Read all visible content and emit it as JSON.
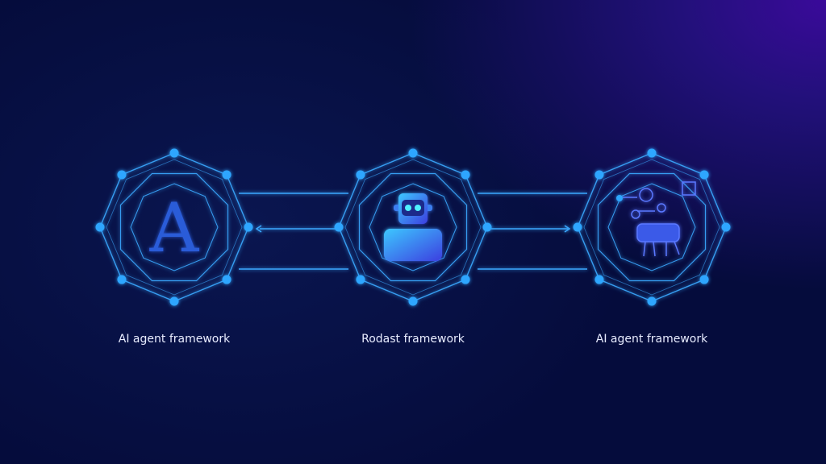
{
  "nodes": [
    {
      "label": "AI agent framework",
      "icon": "letter-a-icon",
      "letter": "A"
    },
    {
      "label": "Rodast framework",
      "icon": "robot-icon"
    },
    {
      "label": "AI agent framework",
      "icon": "robot-circuit-icon"
    }
  ],
  "colors": {
    "line": "#3aa8ff",
    "dot": "#2fa6ff",
    "accent": "#2a5bd8",
    "text": "#e8ecff"
  }
}
